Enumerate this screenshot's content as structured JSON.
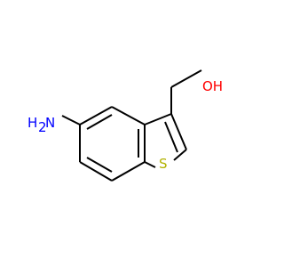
{
  "molecule": {
    "atoms": {
      "hydroxyl": {
        "text": "OH",
        "color": "#ff0000"
      },
      "sulfur": {
        "text": "S",
        "color": "#b2b200"
      },
      "amine_h": {
        "text": "H",
        "color": "#0000ff"
      },
      "amine_h_count": {
        "text": "2",
        "color": "#0000ff"
      },
      "amine_n": {
        "text": "N",
        "color": "#0000ff"
      }
    },
    "bond_color": "#000000"
  }
}
